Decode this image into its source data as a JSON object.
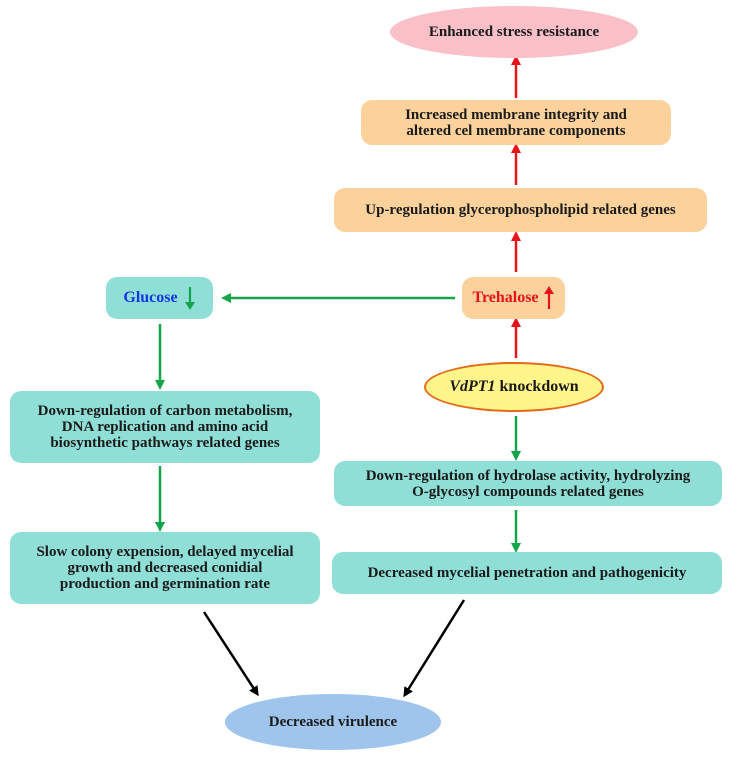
{
  "nodes": {
    "stress": "Enhanced stress resistance",
    "membrane": "Increased membrane integrity and\naltered cel membrane components",
    "glycero": "Up-regulation glycerophospholipid related genes",
    "trehalose": "Trehalose",
    "glucose": "Glucose",
    "knockdown_gene": "VdPT1",
    "knockdown_rest": " knockdown",
    "carbon": "Down-regulation of carbon metabolism,\nDNA replication and amino acid\nbiosynthetic pathways related genes",
    "hydrolase": "Down-regulation of hydrolase activity, hydrolyzing\nO-glycosyl compounds related genes",
    "colony": "Slow colony expension, delayed mycelial\ngrowth and decreased conidial\nproduction and germination rate",
    "mycelial": "Decreased mycelial penetration and pathogenicity",
    "virulence": "Decreased virulence"
  },
  "colors": {
    "up_arrow": "#e8141b",
    "down_arrow": "#14a44a",
    "black_arrow": "#000000",
    "glucose_text": "#1437e6",
    "trehalose_text": "#e8141b",
    "teal_box": "#8fdfd7",
    "peach_box": "#fbd29b",
    "stress_ellipse": "#f9c0c8",
    "knockdown_ellipse": "#fff58a",
    "knockdown_border": "#e36a1a",
    "virulence_ellipse": "#9fc5ec"
  }
}
